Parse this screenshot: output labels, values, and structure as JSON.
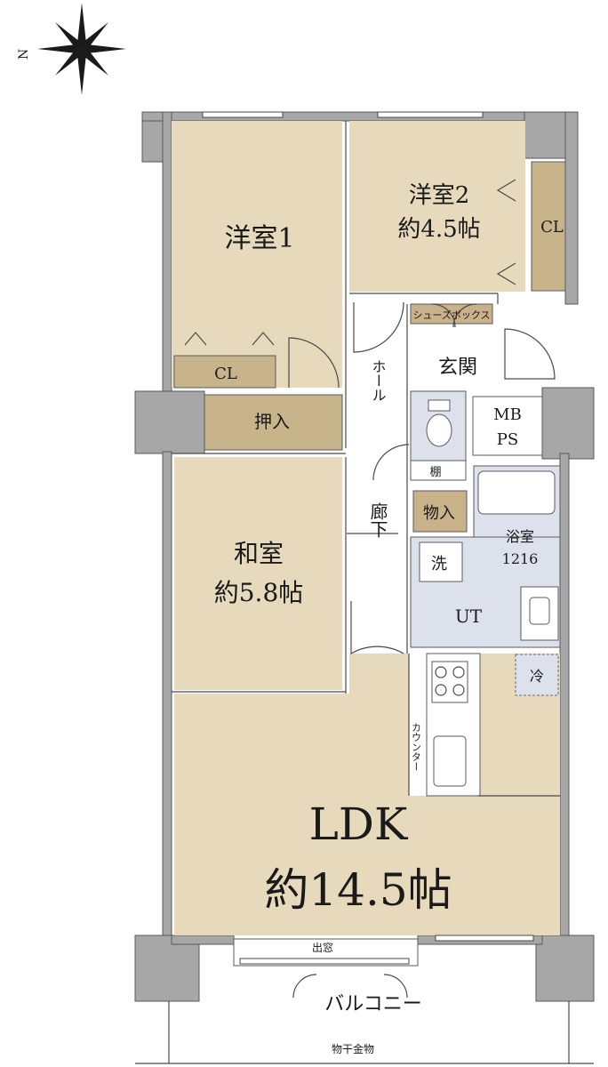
{
  "compass": {
    "north_letter": "N",
    "icon": "compass-rose-icon"
  },
  "rooms": {
    "western1": {
      "name": "洋室1"
    },
    "western2": {
      "name": "洋室2",
      "size": "約4.5帖"
    },
    "japanese": {
      "name": "和室",
      "size": "約5.8帖"
    },
    "ldk": {
      "name": "LDK",
      "size": "約14.5帖"
    }
  },
  "labels": {
    "cl1": "CL",
    "cl2": "CL",
    "oshiire": "押入",
    "shoe_box": "シューズボックス",
    "genkan": "玄関",
    "hall": "ホール",
    "corridor": "廊下",
    "mb": "MB",
    "ps": "PS",
    "shelf": "棚",
    "storage": "物入",
    "bath": "浴室",
    "bath_size": "1216",
    "wash": "洗",
    "ut": "UT",
    "fridge": "冷",
    "counter": "カウンター",
    "bay_window": "出窓",
    "balcony": "バルコニー",
    "drying_rack": "物干金物"
  },
  "colors": {
    "wall": "#a7a7a7",
    "room_tan": "#e7d9bb",
    "room_dark_tan": "#c9b189",
    "closet": "#c8b48b",
    "wet_area": "#dde1ec",
    "floor_white": "#ffffff"
  }
}
